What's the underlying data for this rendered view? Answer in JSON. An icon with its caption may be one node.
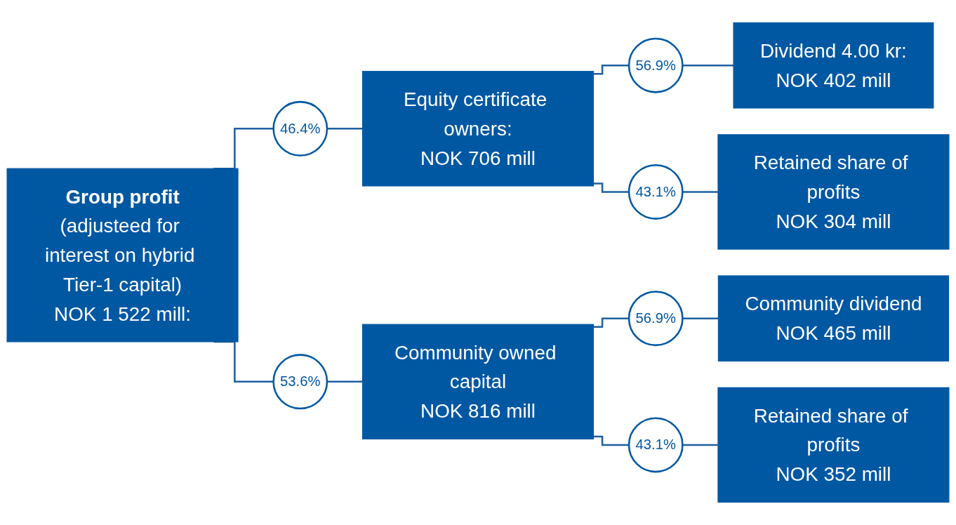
{
  "diagram": {
    "nodes": [
      {
        "text": [
          "Group profit",
          "(adjusteed for interest on hybrid Tier-1 capital)",
          "NOK 1 522 mill:"
        ]
      },
      {
        "text": [
          "46.4%"
        ]
      },
      {
        "text": [
          "Equity certificate owners:",
          "NOK 706 mill"
        ]
      },
      {
        "text": [
          "56.9%"
        ]
      },
      {
        "text": [
          "Dividend 4.00 kr:",
          "NOK 402 mill"
        ]
      },
      {
        "text": [
          "43.1%"
        ]
      },
      {
        "text": [
          "Retained share of profits",
          "NOK 304 mill"
        ]
      },
      {
        "text": [
          "53.6%"
        ]
      },
      {
        "text": [
          "Community owned capital",
          "NOK 816 mill"
        ]
      },
      {
        "text": [
          "56.9%"
        ]
      },
      {
        "text": [
          "Community dividend",
          "NOK 465 mill"
        ]
      },
      {
        "text": [
          "43.1%"
        ]
      },
      {
        "text": [
          "Retained share of profits",
          "NOK 352 mill"
        ]
      }
    ],
    "edges": [
      {
        "from": 0,
        "to": 1,
        "arrow": "none"
      },
      {
        "from": 1,
        "to": 2,
        "arrow": "none"
      },
      {
        "from": 2,
        "to": 3,
        "arrow": "none"
      },
      {
        "from": 3,
        "to": 4,
        "arrow": "none"
      },
      {
        "from": 2,
        "to": 5,
        "arrow": "none"
      },
      {
        "from": 5,
        "to": 6,
        "arrow": "none"
      },
      {
        "from": 0,
        "to": 7,
        "arrow": "none"
      },
      {
        "from": 7,
        "to": 8,
        "arrow": "none"
      },
      {
        "from": 8,
        "to": 9,
        "arrow": "none"
      },
      {
        "from": 9,
        "to": 10,
        "arrow": "none"
      },
      {
        "from": 8,
        "to": 11,
        "arrow": "none"
      },
      {
        "from": 11,
        "to": 12,
        "arrow": "none"
      }
    ]
  }
}
